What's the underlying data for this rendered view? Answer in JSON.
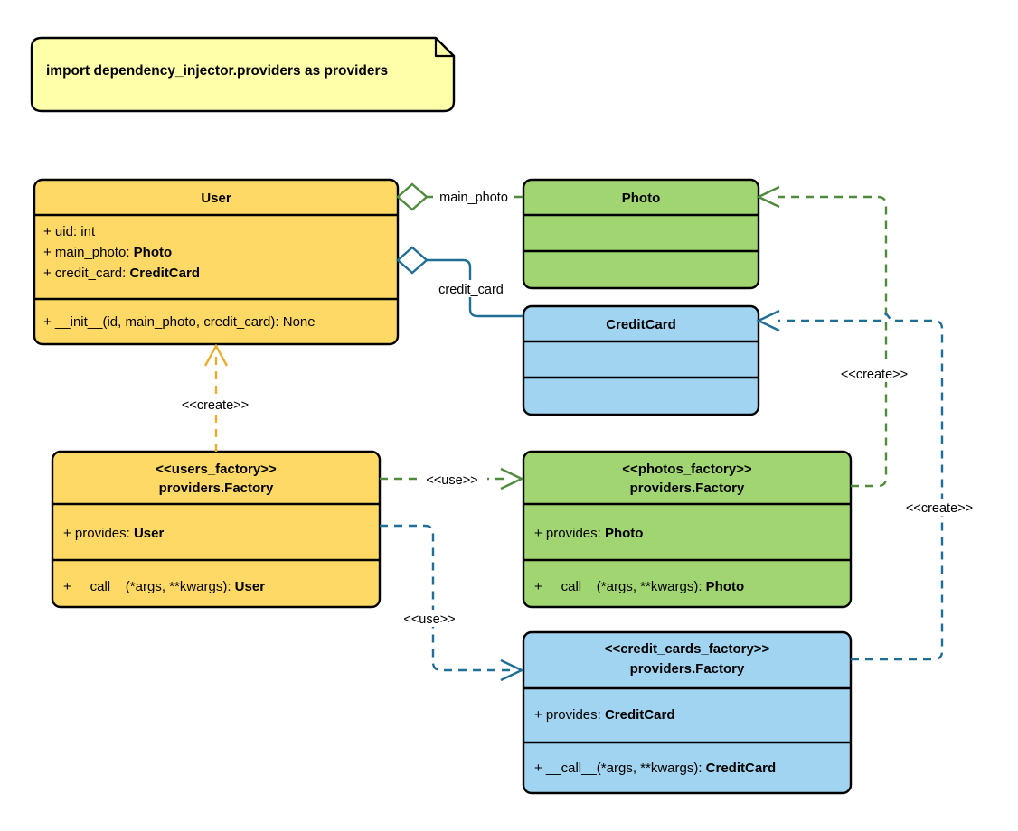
{
  "diagram": {
    "type": "uml-class-diagram",
    "title": "dependency_injector providers factory class diagram",
    "background": "#ffffff",
    "palette": {
      "yellow_fill": "#ffd966",
      "yellow_stroke": "#000000",
      "green_fill": "#a0d571",
      "blue_fill": "#a0d4f0",
      "note_fill": "#ffffaa",
      "green_edge": "#4f8a3d",
      "blue_edge": "#1f6e96",
      "amber_edge": "#e8ae2f",
      "text": "#000000"
    }
  },
  "note": {
    "text": "import dependency_injector.providers as providers",
    "fill": "#ffffaa"
  },
  "classes": [
    {
      "id": "user",
      "name": "User",
      "stereotype": "",
      "fill": "#ffd966",
      "attributes": [
        {
          "parts": [
            {
              "t": "+ uid: int",
              "bold": false
            }
          ]
        },
        {
          "parts": [
            {
              "t": "+ main_photo: ",
              "bold": false
            },
            {
              "t": "Photo",
              "bold": true
            }
          ]
        },
        {
          "parts": [
            {
              "t": "+ credit_card: ",
              "bold": false
            },
            {
              "t": "CreditCard",
              "bold": true
            }
          ]
        }
      ],
      "methods": [
        {
          "parts": [
            {
              "t": "+ __init__(id, main_photo, credit_card): None",
              "bold": false
            }
          ]
        }
      ]
    },
    {
      "id": "photo",
      "name": "Photo",
      "stereotype": "",
      "fill": "#a0d571",
      "attributes": [],
      "methods": []
    },
    {
      "id": "creditcard",
      "name": "CreditCard",
      "stereotype": "",
      "fill": "#a0d4f0",
      "attributes": [],
      "methods": []
    },
    {
      "id": "users_factory",
      "name": "providers.Factory",
      "stereotype": "<<users_factory>>",
      "fill": "#ffd966",
      "attributes": [
        {
          "parts": [
            {
              "t": "+ provides: ",
              "bold": false
            },
            {
              "t": "User",
              "bold": true
            }
          ]
        }
      ],
      "methods": [
        {
          "parts": [
            {
              "t": "+ __call__(*args, **kwargs): ",
              "bold": false
            },
            {
              "t": "User",
              "bold": true
            }
          ]
        }
      ]
    },
    {
      "id": "photos_factory",
      "name": "providers.Factory",
      "stereotype": "<<photos_factory>>",
      "fill": "#a0d571",
      "attributes": [
        {
          "parts": [
            {
              "t": "+ provides: ",
              "bold": false
            },
            {
              "t": "Photo",
              "bold": true
            }
          ]
        }
      ],
      "methods": [
        {
          "parts": [
            {
              "t": "+ __call__(*args, **kwargs): ",
              "bold": false
            },
            {
              "t": "Photo",
              "bold": true
            }
          ]
        }
      ]
    },
    {
      "id": "credit_cards_factory",
      "name": "providers.Factory",
      "stereotype": "<<credit_cards_factory>>",
      "fill": "#a0d4f0",
      "attributes": [
        {
          "parts": [
            {
              "t": "+ provides: ",
              "bold": false
            },
            {
              "t": "CreditCard",
              "bold": true
            }
          ]
        }
      ],
      "methods": [
        {
          "parts": [
            {
              "t": "+ __call__(*args, **kwargs): ",
              "bold": false
            },
            {
              "t": "CreditCard",
              "bold": true
            }
          ]
        }
      ]
    }
  ],
  "edges": [
    {
      "id": "user-main-photo",
      "from": "user",
      "to": "photo",
      "kind": "aggregation",
      "label": "main_photo",
      "color": "#4f8a3d",
      "dashed": false
    },
    {
      "id": "user-credit-card",
      "from": "user",
      "to": "creditcard",
      "kind": "aggregation",
      "label": "credit_card",
      "color": "#1f6e96",
      "dashed": false
    },
    {
      "id": "users-factory-creates-user",
      "from": "users_factory",
      "to": "user",
      "kind": "create",
      "label": "<<create>>",
      "color": "#e8ae2f",
      "dashed": true
    },
    {
      "id": "users-factory-uses-photos-factory",
      "from": "users_factory",
      "to": "photos_factory",
      "kind": "use",
      "label": "<<use>>",
      "color": "#4f8a3d",
      "dashed": true
    },
    {
      "id": "users-factory-uses-credit-cards-factory",
      "from": "users_factory",
      "to": "credit_cards_factory",
      "kind": "use",
      "label": "<<use>>",
      "color": "#1f6e96",
      "dashed": true
    },
    {
      "id": "photos-factory-creates-photo",
      "from": "photos_factory",
      "to": "photo",
      "kind": "create",
      "label": "<<create>>",
      "color": "#4f8a3d",
      "dashed": true
    },
    {
      "id": "credit-cards-factory-creates-credit-card",
      "from": "credit_cards_factory",
      "to": "creditcard",
      "kind": "create",
      "label": "<<create>>",
      "color": "#1f6e96",
      "dashed": true
    }
  ]
}
